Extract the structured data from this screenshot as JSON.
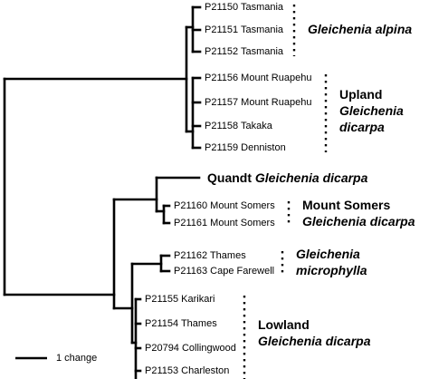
{
  "leaves": {
    "p21150": "P21150 Tasmania",
    "p21151": "P21151 Tasmania",
    "p21152": "P21152 Tasmania",
    "p21156": "P21156 Mount Ruapehu",
    "p21157": "P21157 Mount Ruapehu",
    "p21158": "P21158 Takaka",
    "p21159": "P21159 Denniston",
    "p21160": "P21160 Mount Somers",
    "p21161": "P21161 Mount Somers",
    "p21162": "P21162 Thames",
    "p21163": "P21163 Cape Farewell",
    "p21155": "P21155 Karikari",
    "p21154": "P21154 Thames",
    "p20794": "P20794 Collingwood",
    "p21153": "P21153 Charleston"
  },
  "groups": {
    "alpina": {
      "species": "Gleichenia alpina"
    },
    "upland": {
      "region": "Upland",
      "genus": "Gleichenia",
      "epithet": "dicarpa"
    },
    "quandt": {
      "region": "Quandt",
      "species": "Gleichenia dicarpa"
    },
    "mount_somers": {
      "region": "Mount Somers",
      "species": "Gleichenia dicarpa"
    },
    "microphylla": {
      "genus": "Gleichenia",
      "epithet": "microphylla"
    },
    "lowland": {
      "region": "Lowland",
      "species": "Gleichenia dicarpa"
    }
  },
  "scale_bar": {
    "label": "1 change"
  }
}
